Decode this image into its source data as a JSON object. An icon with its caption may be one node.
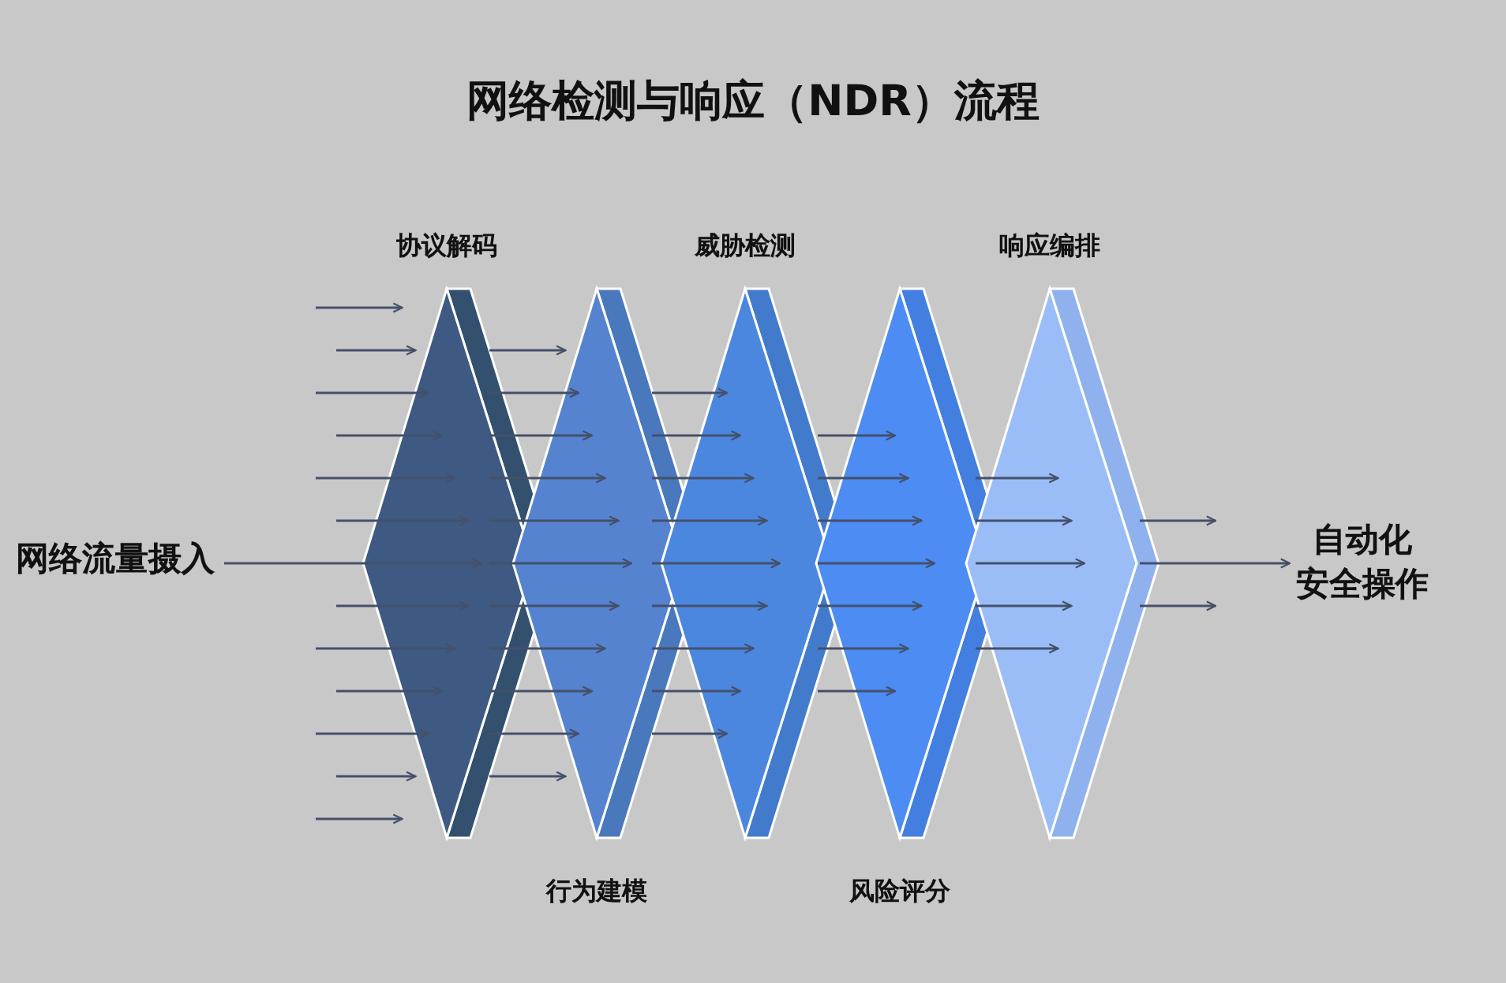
{
  "diagram": {
    "title": "网络检测与响应（NDR）流程",
    "nodes": [
      {
        "text": [
          "网络流量摄入"
        ]
      },
      {
        "text": [
          "协议解码"
        ]
      },
      {
        "text": [
          "行为建模"
        ]
      },
      {
        "text": [
          "威胁检测"
        ]
      },
      {
        "text": [
          "风险评分"
        ]
      },
      {
        "text": [
          "响应编排"
        ]
      },
      {
        "text": [
          "自动化安全操作"
        ]
      }
    ],
    "edges": [
      {
        "from": null,
        "to": 1,
        "arrow": "to"
      },
      {
        "from": null,
        "to": 1,
        "arrow": "to"
      },
      {
        "from": null,
        "to": 1,
        "arrow": "to"
      },
      {
        "from": null,
        "to": 1,
        "arrow": "to"
      },
      {
        "from": null,
        "to": 1,
        "arrow": "to"
      },
      {
        "from": null,
        "to": 1,
        "arrow": "to"
      },
      {
        "from": 0,
        "to": 1,
        "arrow": "to"
      },
      {
        "from": null,
        "to": 1,
        "arrow": "to"
      },
      {
        "from": null,
        "to": 1,
        "arrow": "to"
      },
      {
        "from": null,
        "to": 1,
        "arrow": "to"
      },
      {
        "from": null,
        "to": 1,
        "arrow": "to"
      },
      {
        "from": null,
        "to": 1,
        "arrow": "to"
      },
      {
        "from": null,
        "to": 1,
        "arrow": "to"
      },
      {
        "from": 1,
        "to": 2,
        "arrow": "to"
      },
      {
        "from": 1,
        "to": 2,
        "arrow": "to"
      },
      {
        "from": 1,
        "to": 2,
        "arrow": "to"
      },
      {
        "from": 1,
        "to": 2,
        "arrow": "to"
      },
      {
        "from": 1,
        "to": 2,
        "arrow": "to"
      },
      {
        "from": 1,
        "to": 2,
        "arrow": "to"
      },
      {
        "from": 1,
        "to": 2,
        "arrow": "to"
      },
      {
        "from": 1,
        "to": 2,
        "arrow": "to"
      },
      {
        "from": 1,
        "to": 2,
        "arrow": "to"
      },
      {
        "from": 1,
        "to": 2,
        "arrow": "to"
      },
      {
        "from": 1,
        "to": 2,
        "arrow": "to"
      },
      {
        "from": 2,
        "to": 3,
        "arrow": "to"
      },
      {
        "from": 2,
        "to": 3,
        "arrow": "to"
      },
      {
        "from": 2,
        "to": 3,
        "arrow": "to"
      },
      {
        "from": 2,
        "to": 3,
        "arrow": "to"
      },
      {
        "from": 2,
        "to": 3,
        "arrow": "to"
      },
      {
        "from": 2,
        "to": 3,
        "arrow": "to"
      },
      {
        "from": 2,
        "to": 3,
        "arrow": "to"
      },
      {
        "from": 2,
        "to": 3,
        "arrow": "to"
      },
      {
        "from": 2,
        "to": 3,
        "arrow": "to"
      },
      {
        "from": 3,
        "to": 4,
        "arrow": "to"
      },
      {
        "from": 3,
        "to": 4,
        "arrow": "to"
      },
      {
        "from": 3,
        "to": 4,
        "arrow": "to"
      },
      {
        "from": 3,
        "to": 4,
        "arrow": "to"
      },
      {
        "from": 3,
        "to": 4,
        "arrow": "to"
      },
      {
        "from": 3,
        "to": 4,
        "arrow": "to"
      },
      {
        "from": 3,
        "to": 4,
        "arrow": "to"
      },
      {
        "from": 4,
        "to": 5,
        "arrow": "to"
      },
      {
        "from": 4,
        "to": 5,
        "arrow": "to"
      },
      {
        "from": 4,
        "to": 5,
        "arrow": "to"
      },
      {
        "from": 4,
        "to": 5,
        "arrow": "to"
      },
      {
        "from": 4,
        "to": 5,
        "arrow": "to"
      },
      {
        "from": 5,
        "to": null,
        "arrow": "to"
      },
      {
        "from": 5,
        "to": 6,
        "arrow": "to"
      },
      {
        "from": 5,
        "to": null,
        "arrow": "to"
      }
    ]
  }
}
